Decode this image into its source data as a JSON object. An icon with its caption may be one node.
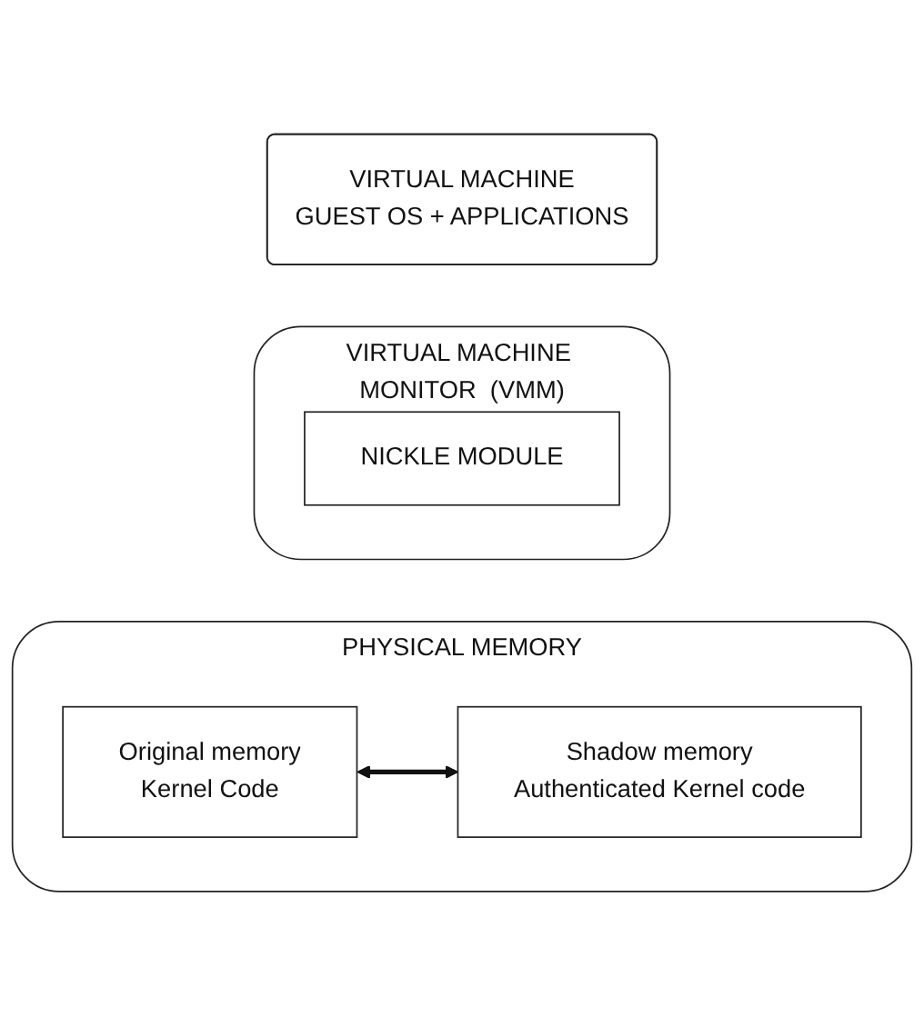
{
  "diagram": {
    "nodes": [
      {
        "text": [
          "VIRTUAL MACHINE",
          "GUEST OS + APPLICATIONS"
        ]
      },
      {
        "text": [
          "VIRTUAL MACHINE MONITOR  (VMM)"
        ]
      },
      {
        "text": [
          "NICKLE MODULE"
        ],
        "in": 1
      },
      {
        "text": [
          "PHYSICAL MEMORY"
        ]
      },
      {
        "text": [
          "Original memory",
          "Kernel Code"
        ],
        "in": 3
      },
      {
        "text": [
          "Shadow memory",
          "Authenticated Kernel code"
        ],
        "in": 3
      }
    ],
    "edges": [
      {
        "from": 4,
        "to": 5,
        "arrow": "both"
      }
    ]
  }
}
